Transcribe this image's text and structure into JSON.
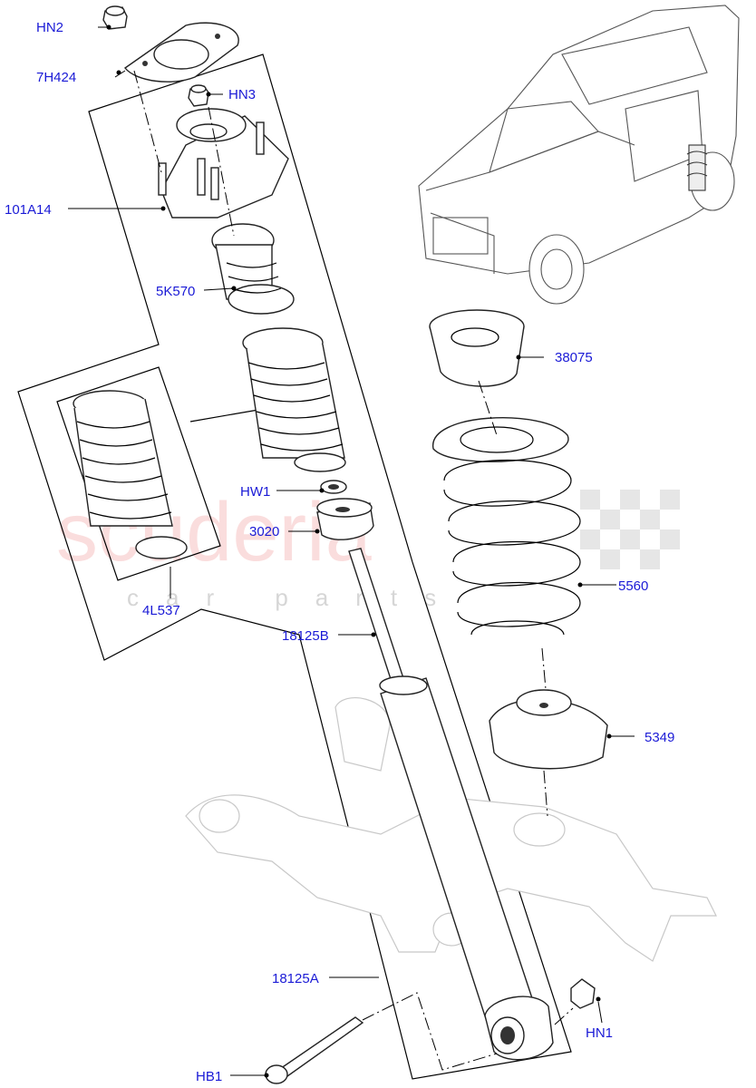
{
  "diagram": {
    "watermark": {
      "brand": "scuderia",
      "sub": "car parts"
    },
    "callouts": [
      {
        "id": "hn2",
        "text": "HN2"
      },
      {
        "id": "7h424",
        "text": "7H424"
      },
      {
        "id": "hn3",
        "text": "HN3"
      },
      {
        "id": "101a14",
        "text": "101A14"
      },
      {
        "id": "5k570",
        "text": "5K570"
      },
      {
        "id": "38075",
        "text": "38075"
      },
      {
        "id": "hw1",
        "text": "HW1"
      },
      {
        "id": "3020",
        "text": "3020"
      },
      {
        "id": "4l537",
        "text": "4L537"
      },
      {
        "id": "5560",
        "text": "5560"
      },
      {
        "id": "18125b",
        "text": "18125B"
      },
      {
        "id": "5349",
        "text": "5349"
      },
      {
        "id": "18125a",
        "text": "18125A"
      },
      {
        "id": "hn1",
        "text": "HN1"
      },
      {
        "id": "hb1",
        "text": "HB1"
      }
    ]
  }
}
